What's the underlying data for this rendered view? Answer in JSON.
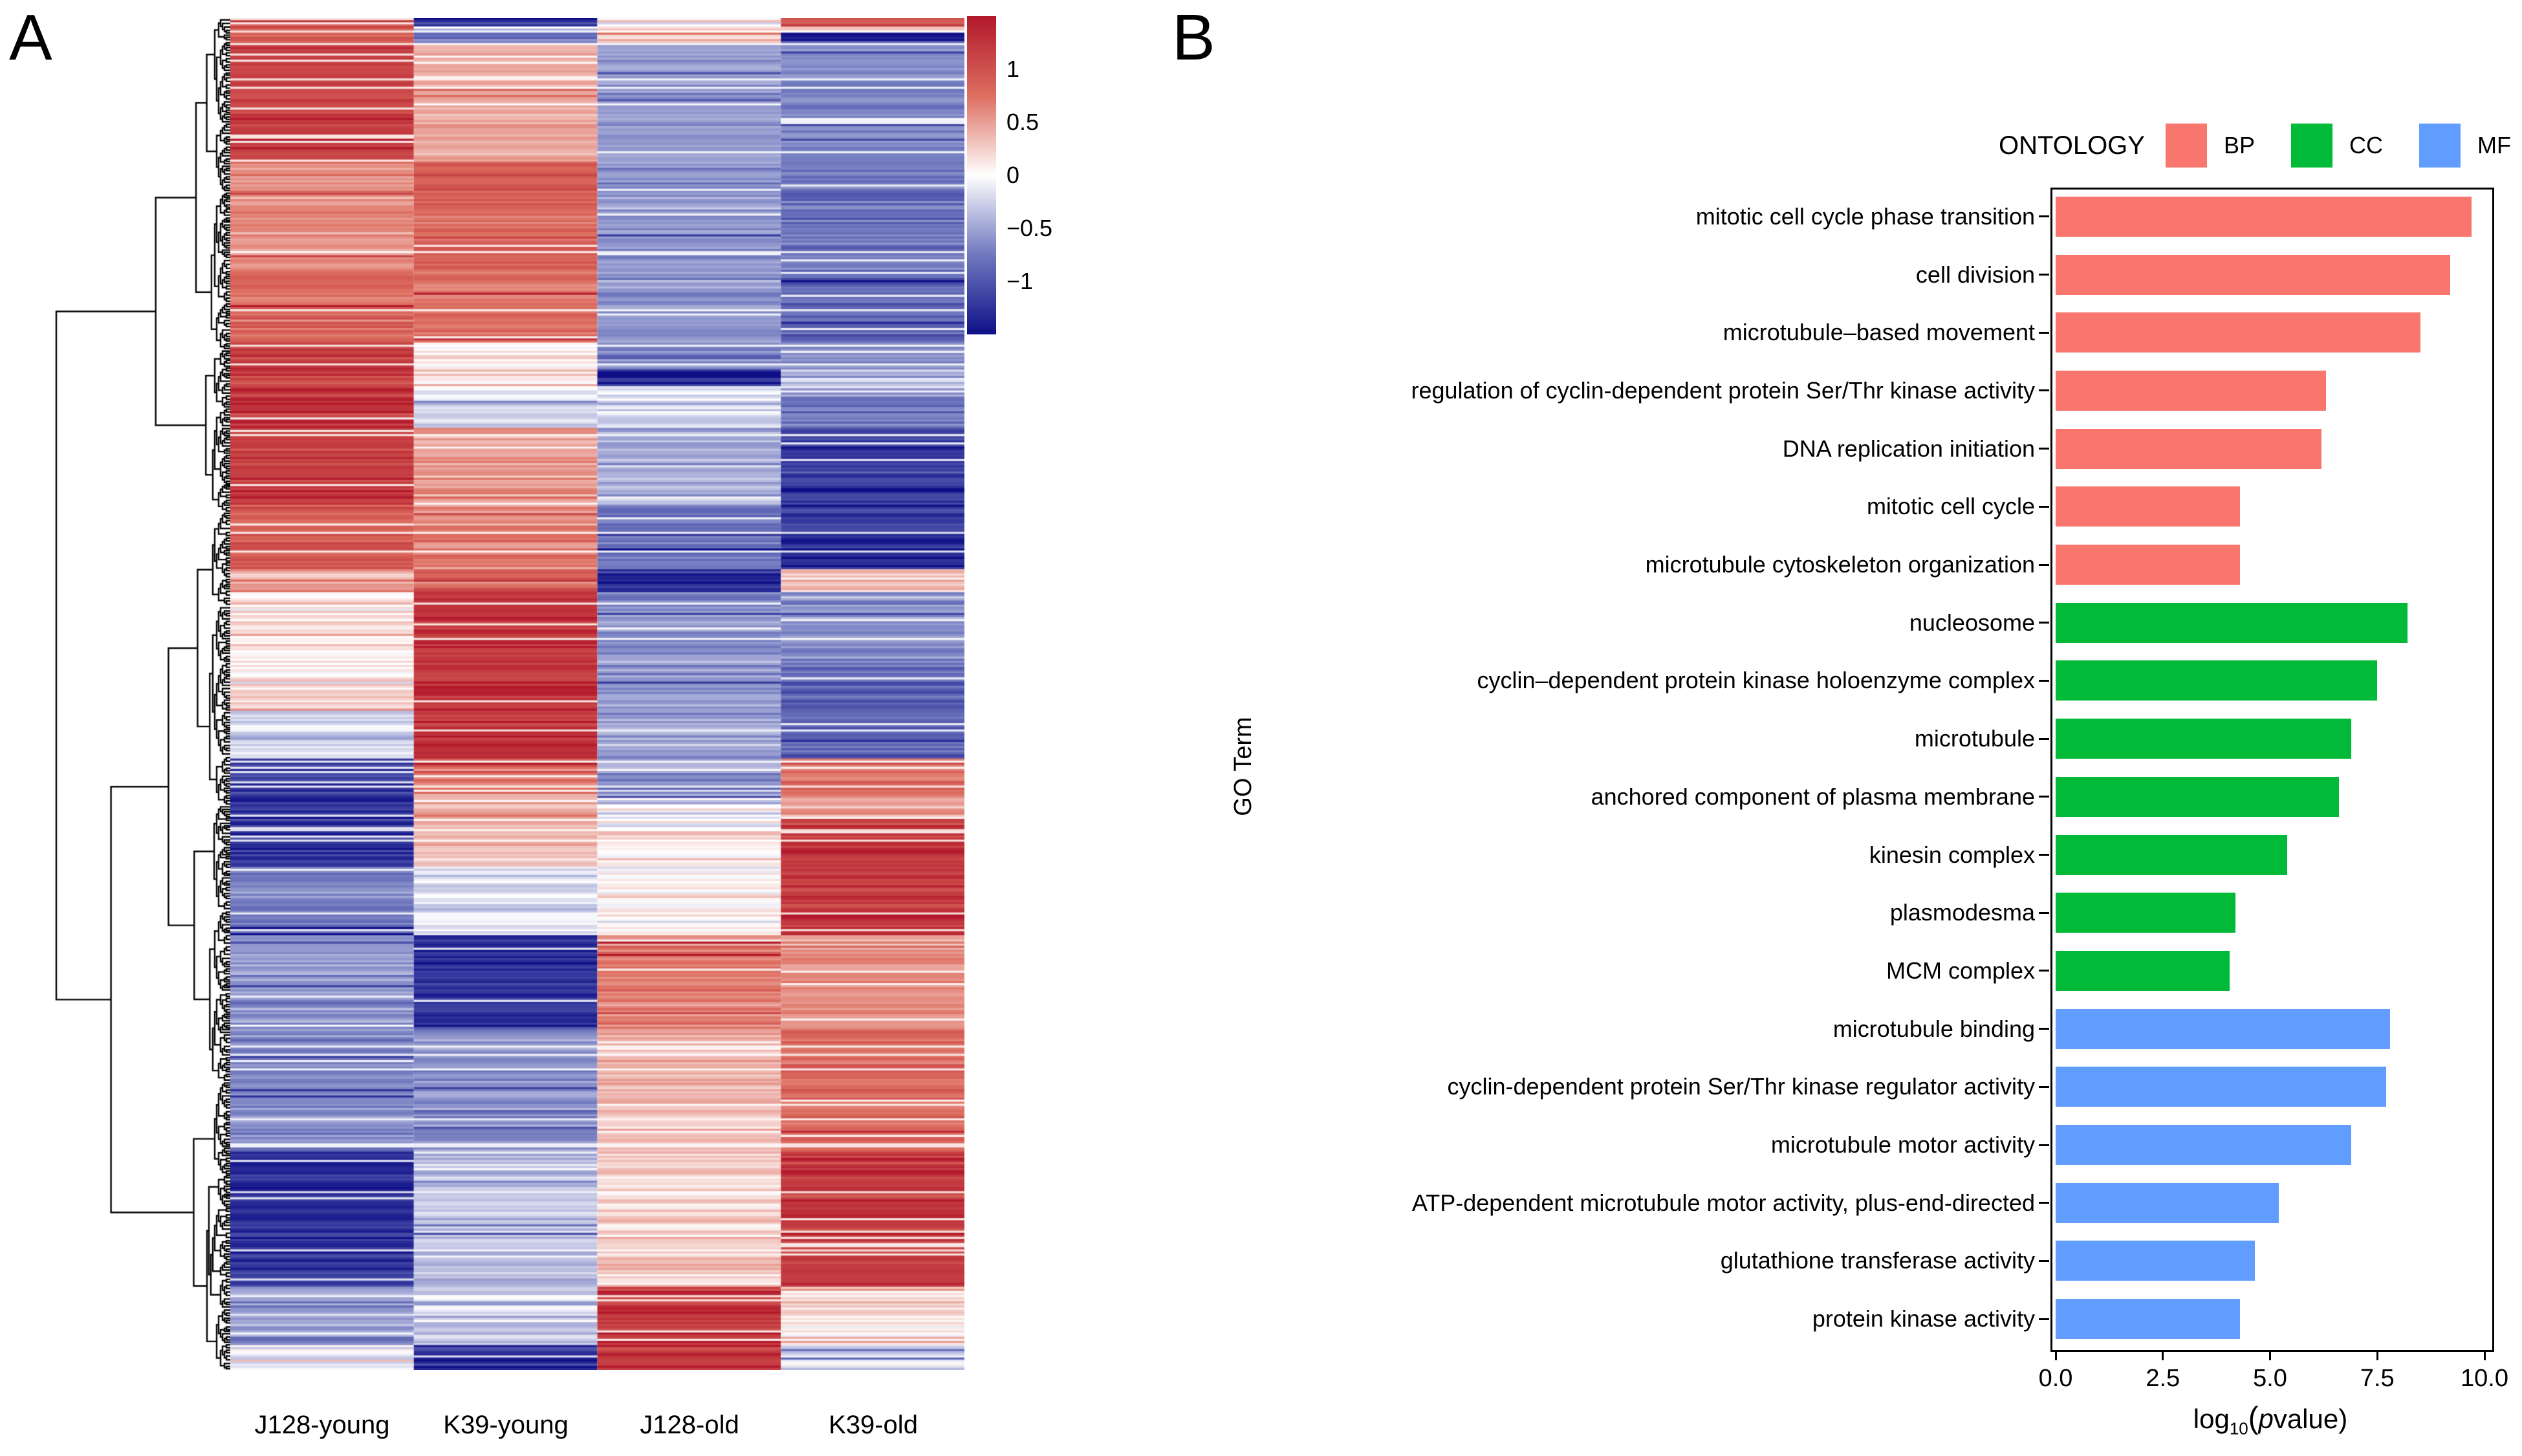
{
  "panels": {
    "a": "A",
    "b": "B"
  },
  "chart_data": [
    {
      "type": "heatmap",
      "panel": "A",
      "columns": [
        "J128-young",
        "K39-young",
        "J128-old",
        "K39-old"
      ],
      "colorbar": {
        "vmin": -1.5,
        "vmax": 1.5,
        "ticks": [
          {
            "label": "1",
            "value": 1
          },
          {
            "label": "0.5",
            "value": 0.5
          },
          {
            "label": "0",
            "value": 0
          },
          {
            "label": "−0.5",
            "value": -0.5
          },
          {
            "label": "−1",
            "value": -1
          }
        ]
      },
      "colormap": {
        "pos": "#B2182B",
        "pos_mid": "#DD6E60",
        "zero": "#FFFFFF",
        "neg_mid": "#7078BE",
        "neg": "#0F0F87"
      },
      "row_blocks": [
        {
          "f0": 0.0,
          "f1": 0.0057,
          "values": [
            0.9,
            -1.4,
            0.15,
            1.1
          ],
          "noise": 0.5
        },
        {
          "f0": 0.0057,
          "f1": 0.0115,
          "values": [
            1.0,
            -0.5,
            0.3,
            0.1
          ],
          "noise": 0.6
        },
        {
          "f0": 0.0115,
          "f1": 0.0182,
          "values": [
            0.9,
            -0.9,
            0.5,
            -1.3
          ],
          "noise": 0.5
        },
        {
          "f0": 0.0182,
          "f1": 0.1062,
          "values": [
            1.15,
            0.45,
            -0.55,
            -0.65
          ],
          "noise": 0.18
        },
        {
          "f0": 0.1062,
          "f1": 0.1876,
          "values": [
            0.55,
            0.85,
            -0.6,
            -0.8
          ],
          "noise": 0.3
        },
        {
          "f0": 0.1876,
          "f1": 0.2402,
          "values": [
            0.8,
            0.75,
            -0.55,
            -0.9
          ],
          "noise": 0.25
        },
        {
          "f0": 0.2402,
          "f1": 0.2593,
          "values": [
            1.2,
            0.15,
            -0.6,
            -0.6
          ],
          "noise": 0.3
        },
        {
          "f0": 0.2593,
          "f1": 0.2737,
          "values": [
            1.1,
            0.1,
            -1.35,
            -0.3
          ],
          "noise": 0.4
        },
        {
          "f0": 0.2737,
          "f1": 0.3024,
          "values": [
            1.25,
            -0.15,
            -0.25,
            -0.7
          ],
          "noise": 0.35
        },
        {
          "f0": 0.3024,
          "f1": 0.3598,
          "values": [
            1.15,
            0.5,
            -0.45,
            -1.1
          ],
          "noise": 0.3
        },
        {
          "f0": 0.3598,
          "f1": 0.4077,
          "values": [
            0.9,
            0.6,
            -0.75,
            -1.25
          ],
          "noise": 0.3
        },
        {
          "f0": 0.4077,
          "f1": 0.4244,
          "values": [
            0.5,
            0.9,
            -1.35,
            0.3
          ],
          "noise": 0.5
        },
        {
          "f0": 0.4244,
          "f1": 0.4794,
          "values": [
            0.15,
            1.2,
            -0.6,
            -0.6
          ],
          "noise": 0.3
        },
        {
          "f0": 0.4794,
          "f1": 0.5129,
          "values": [
            0.15,
            1.25,
            -0.55,
            -0.9
          ],
          "noise": 0.35
        },
        {
          "f0": 0.5129,
          "f1": 0.5474,
          "values": [
            -0.3,
            1.2,
            -0.5,
            -0.95
          ],
          "noise": 0.35
        },
        {
          "f0": 0.5474,
          "f1": 0.5751,
          "values": [
            -1.2,
            0.8,
            -0.5,
            0.8
          ],
          "noise": 0.4
        },
        {
          "f0": 0.5751,
          "f1": 0.5919,
          "values": [
            -1.3,
            0.4,
            -0.2,
            0.45
          ],
          "noise": 0.5
        },
        {
          "f0": 0.5919,
          "f1": 0.6278,
          "values": [
            -1.25,
            0.35,
            0.1,
            1.2
          ],
          "noise": 0.35
        },
        {
          "f0": 0.6278,
          "f1": 0.678,
          "values": [
            -0.7,
            -0.2,
            0.05,
            1.25
          ],
          "noise": 0.3
        },
        {
          "f0": 0.678,
          "f1": 0.7474,
          "values": [
            -0.6,
            -1.25,
            0.7,
            0.55
          ],
          "noise": 0.3
        },
        {
          "f0": 0.7474,
          "f1": 0.8383,
          "values": [
            -0.65,
            -0.6,
            0.35,
            0.8
          ],
          "noise": 0.25
        },
        {
          "f0": 0.8383,
          "f1": 0.9388,
          "values": [
            -1.25,
            -0.35,
            0.25,
            1.2
          ],
          "noise": 0.3
        },
        {
          "f0": 0.9388,
          "f1": 0.9818,
          "values": [
            -0.55,
            -0.3,
            1.2,
            0.2
          ],
          "noise": 0.4
        },
        {
          "f0": 0.9818,
          "f1": 1.0,
          "values": [
            -0.2,
            -1.3,
            1.25,
            -0.4
          ],
          "noise": 0.6
        }
      ]
    },
    {
      "type": "bar",
      "panel": "B",
      "orientation": "horizontal",
      "title": "",
      "ylabel": "GO Term",
      "xlabel": {
        "base": "log",
        "sub": "10",
        "open": "(",
        "pvar": "p",
        "rest": "value)"
      },
      "x_ticks": [
        {
          "label": "0.0",
          "value": 0
        },
        {
          "label": "2.5",
          "value": 2.5
        },
        {
          "label": "5.0",
          "value": 5
        },
        {
          "label": "7.5",
          "value": 7.5
        },
        {
          "label": "10.0",
          "value": 10
        }
      ],
      "xlim": [
        0,
        10.3
      ],
      "legend": {
        "title": "ONTOLOGY",
        "position": "top-right",
        "entries": [
          {
            "label": "BP",
            "color": "#F8766D"
          },
          {
            "label": "CC",
            "color": "#00BA38"
          },
          {
            "label": "MF",
            "color": "#619CFF"
          }
        ]
      },
      "bars": [
        {
          "term": "mitotic cell cycle phase transition",
          "value": 9.7,
          "ontology": "BP"
        },
        {
          "term": "cell division",
          "value": 9.2,
          "ontology": "BP"
        },
        {
          "term": "microtubule–based movement",
          "value": 8.5,
          "ontology": "BP"
        },
        {
          "term": "regulation of cyclin-dependent protein Ser/Thr kinase activity",
          "value": 6.3,
          "ontology": "BP"
        },
        {
          "term": "DNA replication initiation",
          "value": 6.2,
          "ontology": "BP"
        },
        {
          "term": "mitotic cell cycle",
          "value": 4.3,
          "ontology": "BP"
        },
        {
          "term": "microtubule cytoskeleton organization",
          "value": 4.3,
          "ontology": "BP"
        },
        {
          "term": "nucleosome",
          "value": 8.2,
          "ontology": "CC"
        },
        {
          "term": "cyclin–dependent protein kinase holoenzyme complex",
          "value": 7.5,
          "ontology": "CC"
        },
        {
          "term": "microtubule",
          "value": 6.9,
          "ontology": "CC"
        },
        {
          "term": "anchored component of plasma membrane",
          "value": 6.6,
          "ontology": "CC"
        },
        {
          "term": "kinesin complex",
          "value": 5.4,
          "ontology": "CC"
        },
        {
          "term": "plasmodesma",
          "value": 4.2,
          "ontology": "CC"
        },
        {
          "term": "MCM complex",
          "value": 4.05,
          "ontology": "CC"
        },
        {
          "term": "microtubule binding",
          "value": 7.8,
          "ontology": "MF"
        },
        {
          "term": "cyclin-dependent protein Ser/Thr kinase regulator activity",
          "value": 7.7,
          "ontology": "MF"
        },
        {
          "term": "microtubule motor activity",
          "value": 6.9,
          "ontology": "MF"
        },
        {
          "term": "ATP-dependent microtubule motor activity, plus-end-directed",
          "value": 5.2,
          "ontology": "MF"
        },
        {
          "term": "glutathione transferase activity",
          "value": 4.65,
          "ontology": "MF"
        },
        {
          "term": "protein kinase activity",
          "value": 4.3,
          "ontology": "MF"
        }
      ]
    }
  ]
}
